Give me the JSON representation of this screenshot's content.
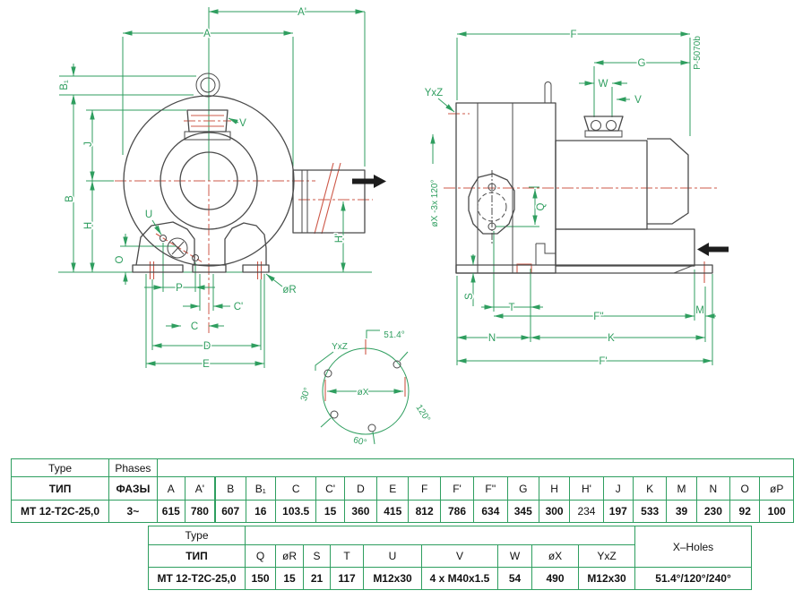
{
  "fv": {
    "A": "A",
    "Ap": "A'",
    "B": "B",
    "B1": "B₁",
    "J": "J",
    "H": "H",
    "Hp": "H'",
    "O": "O",
    "U": "U",
    "P": "P",
    "C": "C",
    "Cp": "C'",
    "D": "D",
    "E": "E",
    "V": "V",
    "oR": "øR"
  },
  "sv": {
    "F": "F",
    "G": "G",
    "W": "W",
    "V": "V",
    "Q": "Q",
    "S": "S",
    "T": "T",
    "Fpp": "F''",
    "M": "M",
    "N": "N",
    "K": "K",
    "Fp": "F'",
    "YxZ": "YxZ",
    "oXnote": "øX -3x 120°",
    "code": "P-5070b"
  },
  "dv": {
    "a514": "51.4°",
    "a120": "120°",
    "a60": "60°",
    "a30": "30°",
    "YxZ": "YxZ",
    "oX": "øX"
  },
  "table1": {
    "type_en": "Type",
    "phases_en": "Phases",
    "type_ru": "ТИП",
    "phases_ru": "ФАЗЫ",
    "columns": [
      "A",
      "A'",
      "B",
      "B₁",
      "C",
      "C'",
      "D",
      "E",
      "F",
      "F'",
      "F''",
      "G",
      "H",
      "H'",
      "J",
      "K",
      "M",
      "N",
      "O",
      "øP"
    ],
    "model": "MT 12-T2C-25,0",
    "phases_value": "3~",
    "values": [
      "615",
      "780",
      "607",
      "16",
      "103.5",
      "15",
      "360",
      "415",
      "812",
      "786",
      "634",
      "345",
      "300",
      "234",
      "197",
      "533",
      "39",
      "230",
      "92",
      "100"
    ]
  },
  "table2": {
    "type_en": "Type",
    "type_ru": "ТИП",
    "columns": [
      "Q",
      "øR",
      "S",
      "T",
      "U",
      "V",
      "W",
      "øX",
      "YxZ"
    ],
    "x_holes_label": "X–Holes",
    "model": "MT 12-T2C-25,0",
    "values": [
      "150",
      "15",
      "21",
      "117",
      "M12x30",
      "4 x M40x1.5",
      "54",
      "490",
      "M12x30"
    ],
    "x_holes_value": "51.4°/120°/240°"
  }
}
